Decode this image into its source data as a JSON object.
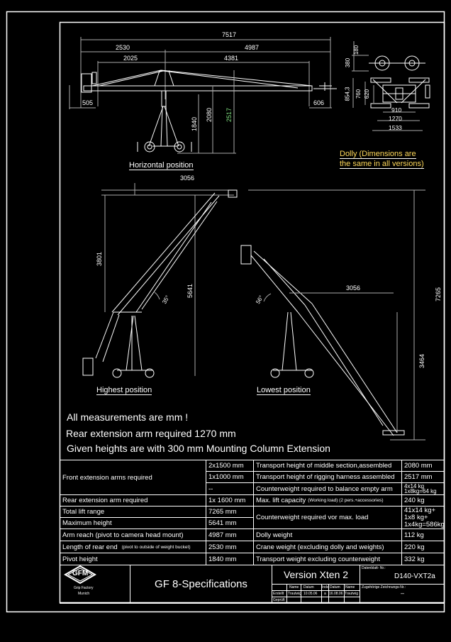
{
  "drawing": {
    "horizontal": {
      "caption": "Horizontal position",
      "dims": {
        "overall": "7517",
        "rear": "2530",
        "front": "4987",
        "rear_inner": "2025",
        "front_inner": "4381",
        "left_end": "505",
        "right_end": "606",
        "pivot": "1840",
        "mid": "2080",
        "rigging": "2517"
      }
    },
    "dolly": {
      "caption_line1": "Dolly (Dimensions are",
      "caption_line2": "the same in all versions)",
      "dims": {
        "d180": "180",
        "d380": "380",
        "d854": "854,3",
        "d760": "760",
        "d620": "620",
        "d910": "910",
        "d1270": "1270",
        "d1533": "1533"
      }
    },
    "highest": {
      "caption": "Highest position",
      "dims": {
        "reach": "3056",
        "height1": "3801",
        "height2": "5641",
        "angle": "35°"
      }
    },
    "lowest": {
      "caption": "Lowest position",
      "dims": {
        "reach": "3056",
        "depth": "3464",
        "range": "7265",
        "angle": "56°"
      }
    }
  },
  "notes": [
    "All measurements are mm !",
    "Rear extension arm required 1270 mm",
    "Given heights are with 300 mm Mounting Column Extension"
  ],
  "specs_left": {
    "front_ext_label": "Front extension arms required",
    "front_ext_values": [
      "2x1500 mm",
      "1x1000 mm",
      "--"
    ],
    "rows": [
      {
        "label": "Rear extension arm required",
        "value": "1x 1600 mm"
      },
      {
        "label": "Total lift range",
        "value": "7265 mm"
      },
      {
        "label": "Maximum height",
        "value": "5641 mm"
      },
      {
        "label": "Arm reach (pivot to camera head mount)",
        "value": "4987 mm"
      },
      {
        "label": "Length of rear end",
        "note": "(pivot to outside of weight bucket)",
        "value": "2530 mm"
      },
      {
        "label": "Pivot height",
        "value": "1840 mm"
      }
    ]
  },
  "specs_right": {
    "rows": [
      {
        "label": "Transport height of middle section,assembled",
        "value": "2080 mm"
      },
      {
        "label": "Transport height of rigging harness assembled",
        "value": "2517 mm"
      },
      {
        "label": "Counterweight required to balance empty arm",
        "value": "4x14 kg",
        "value2": "1x8kg=64 kg"
      },
      {
        "label": "Max. lift capacity",
        "note": "(Working load) (2 pers.+accessories)",
        "value": "240 kg"
      },
      {
        "label": "Counterweight required vor max. load",
        "value": "41x14 kg+",
        "value2": "1x8 kg+",
        "value3": "1x4kg=586kg"
      },
      {
        "label": "Dolly weight",
        "value": "112 kg"
      },
      {
        "label": "Crane weight   (excluding dolly and weights)",
        "value": "220 kg"
      },
      {
        "label": "Transport weight excluding counterweight",
        "value": "332 kg"
      }
    ]
  },
  "title_block": {
    "logo_text": "GFM",
    "logo_sub1": "Grip Factory",
    "logo_sub2": "Munich",
    "title": "GF 8-Specifications",
    "version": "Version Xten 2",
    "sheet_label": "Datenblatt- Nr.:",
    "sheet_no": "D140-VXT2a",
    "related_label": "Zugehörige Zeichnungs-Nr.:",
    "related_no": "–",
    "grid_headers": [
      "Name",
      "Datum",
      "Index",
      "Datum",
      "Name"
    ],
    "row_erstellt": {
      "label": "Erstellt",
      "name": "Trautwig",
      "date": "10.05.06",
      "index": "a",
      "date2": "16.08.06",
      "name2": "Trautwig"
    },
    "row_geprueft": {
      "label": "Geprüft"
    }
  },
  "colors": {
    "background": "#000000",
    "lines": "#ffffff",
    "dim_green": "#7fe07f",
    "dim_cyan": "#9ee8e8"
  }
}
